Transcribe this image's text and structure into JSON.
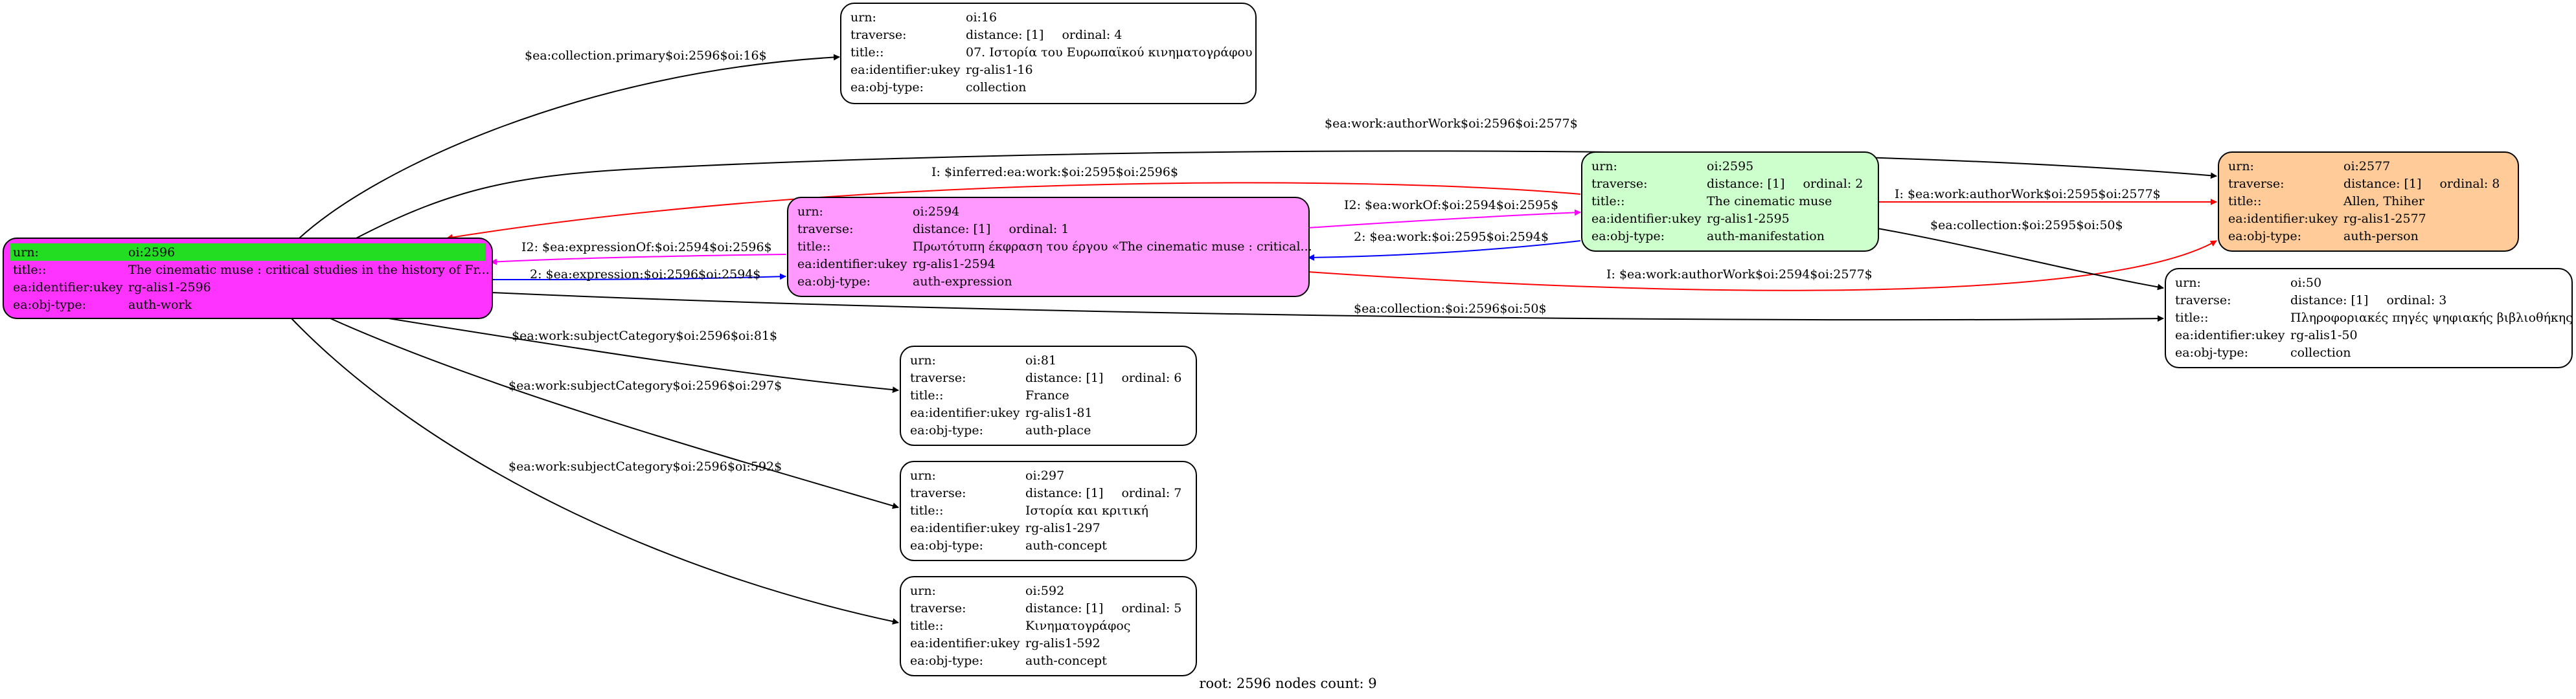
{
  "colors": {
    "root_fill": "#ff33ff",
    "root_header": "#22dd22",
    "expression_fill": "#ff99ff",
    "manifestation_fill": "#ccffcc",
    "person_fill": "#ffcc99",
    "default_fill": "#ffffff",
    "edge_black": "#000000",
    "edge_red": "#ff0000",
    "edge_magenta": "#ff00ff",
    "edge_blue": "#0000ff"
  },
  "nodes": {
    "oi16": {
      "rows": [
        {
          "k": "urn:",
          "v": "oi:16"
        },
        {
          "k": "traverse:",
          "v": "distance: [1]",
          "v2": "ordinal: 4"
        },
        {
          "k": "title::",
          "v": "07. Ιστορία του Ευρωπαϊκού κινηματογράφου"
        },
        {
          "k": "ea:identifier:ukey",
          "v": "rg-alis1-16"
        },
        {
          "k": "ea:obj-type:",
          "v": "collection"
        }
      ]
    },
    "oi2596": {
      "rows": [
        {
          "k": "urn:",
          "v": "oi:2596"
        },
        {
          "k": "title::",
          "v": "The cinematic muse : critical studies in the history of Fr..."
        },
        {
          "k": "ea:identifier:ukey",
          "v": "rg-alis1-2596"
        },
        {
          "k": "ea:obj-type:",
          "v": "auth-work"
        }
      ]
    },
    "oi2594": {
      "rows": [
        {
          "k": "urn:",
          "v": "oi:2594"
        },
        {
          "k": "traverse:",
          "v": "distance: [1]",
          "v2": "ordinal: 1"
        },
        {
          "k": "title::",
          "v": "Πρωτότυπη έκφραση του έργου «The cinematic muse : critical..."
        },
        {
          "k": "ea:identifier:ukey",
          "v": "rg-alis1-2594"
        },
        {
          "k": "ea:obj-type:",
          "v": "auth-expression"
        }
      ]
    },
    "oi2595": {
      "rows": [
        {
          "k": "urn:",
          "v": "oi:2595"
        },
        {
          "k": "traverse:",
          "v": "distance: [1]",
          "v2": "ordinal: 2"
        },
        {
          "k": "title::",
          "v": "The cinematic muse"
        },
        {
          "k": "ea:identifier:ukey",
          "v": "rg-alis1-2595"
        },
        {
          "k": "ea:obj-type:",
          "v": "auth-manifestation"
        }
      ]
    },
    "oi2577": {
      "rows": [
        {
          "k": "urn:",
          "v": "oi:2577"
        },
        {
          "k": "traverse:",
          "v": "distance: [1]",
          "v2": "ordinal: 8"
        },
        {
          "k": "title::",
          "v": "Allen, Thiher"
        },
        {
          "k": "ea:identifier:ukey",
          "v": "rg-alis1-2577"
        },
        {
          "k": "ea:obj-type:",
          "v": "auth-person"
        }
      ]
    },
    "oi50": {
      "rows": [
        {
          "k": "urn:",
          "v": "oi:50"
        },
        {
          "k": "traverse:",
          "v": "distance: [1]",
          "v2": "ordinal: 3"
        },
        {
          "k": "title::",
          "v": "Πληροφοριακές πηγές ψηφιακής βιβλιοθήκης"
        },
        {
          "k": "ea:identifier:ukey",
          "v": "rg-alis1-50"
        },
        {
          "k": "ea:obj-type:",
          "v": "collection"
        }
      ]
    },
    "oi81": {
      "rows": [
        {
          "k": "urn:",
          "v": "oi:81"
        },
        {
          "k": "traverse:",
          "v": "distance: [1]",
          "v2": "ordinal: 6"
        },
        {
          "k": "title::",
          "v": "France"
        },
        {
          "k": "ea:identifier:ukey",
          "v": "rg-alis1-81"
        },
        {
          "k": "ea:obj-type:",
          "v": "auth-place"
        }
      ]
    },
    "oi297": {
      "rows": [
        {
          "k": "urn:",
          "v": "oi:297"
        },
        {
          "k": "traverse:",
          "v": "distance: [1]",
          "v2": "ordinal: 7"
        },
        {
          "k": "title::",
          "v": "Ιστορία και κριτική"
        },
        {
          "k": "ea:identifier:ukey",
          "v": "rg-alis1-297"
        },
        {
          "k": "ea:obj-type:",
          "v": "auth-concept"
        }
      ]
    },
    "oi592": {
      "rows": [
        {
          "k": "urn:",
          "v": "oi:592"
        },
        {
          "k": "traverse:",
          "v": "distance: [1]",
          "v2": "ordinal: 5"
        },
        {
          "k": "title::",
          "v": "Κινηματογράφος"
        },
        {
          "k": "ea:identifier:ukey",
          "v": "rg-alis1-592"
        },
        {
          "k": "ea:obj-type:",
          "v": "auth-concept"
        }
      ]
    }
  },
  "edges": {
    "collection_primary": "$ea:collection.primary$oi:2596$oi:16$",
    "author_work_2596": "$ea:work:authorWork$oi:2596$oi:2577$",
    "inferred_work": "I: $inferred:ea:work:$oi:2595$oi:2596$",
    "expression_of": "I2: $ea:expressionOf:$oi:2594$oi:2596$",
    "expression": "2: $ea:expression:$oi:2596$oi:2594$",
    "work_of": "I2: $ea:workOf:$oi:2594$oi:2595$",
    "work": "2: $ea:work:$oi:2595$oi:2594$",
    "author_work_2595": "I: $ea:work:authorWork$oi:2595$oi:2577$",
    "author_work_2594": "I: $ea:work:authorWork$oi:2594$oi:2577$",
    "collection_2595": "$ea:collection:$oi:2595$oi:50$",
    "collection_2596": "$ea:collection:$oi:2596$oi:50$",
    "subject_81": "$ea:work:subjectCategory$oi:2596$oi:81$",
    "subject_297": "$ea:work:subjectCategory$oi:2596$oi:297$",
    "subject_592": "$ea:work:subjectCategory$oi:2596$oi:592$"
  },
  "footer": "root: 2596 nodes count: 9"
}
